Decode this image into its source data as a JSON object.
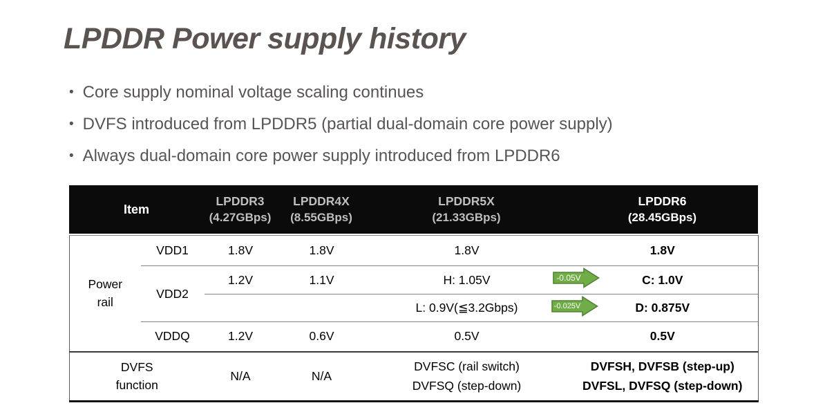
{
  "slide": {
    "title": "LPDDR Power supply history",
    "bullets": [
      "Core supply nominal voltage scaling continues",
      "DVFS introduced from LPDDR5 (partial dual-domain core power supply)",
      "Always dual-domain core power supply introduced from LPDDR6"
    ]
  },
  "table": {
    "header": {
      "item_label": "Item",
      "columns": [
        {
          "name": "LPDDR3",
          "speed": "(4.27GBps)"
        },
        {
          "name": "LPDDR4X",
          "speed": "(8.55GBps)"
        },
        {
          "name": "LPDDR5X",
          "speed": "(21.33GBps)"
        },
        {
          "name": "LPDDR6",
          "speed": "(28.45GBps)"
        }
      ]
    },
    "power_rail": {
      "group_label": "Power rail",
      "vdd1": {
        "label": "VDD1",
        "lpddr3": "1.8V",
        "lpddr4x": "1.8V",
        "lpddr5x": "1.8V",
        "lpddr6": "1.8V"
      },
      "vdd2": {
        "label": "VDD2",
        "high": {
          "lpddr3": "1.2V",
          "lpddr4x": "1.1V",
          "lpddr5x": "H: 1.05V",
          "delta": "-0.05V",
          "lpddr6": "C: 1.0V"
        },
        "low": {
          "lpddr5x": "L: 0.9V(≦3.2Gbps)",
          "delta": "-0.025V",
          "lpddr6": "D: 0.875V"
        }
      },
      "vddq": {
        "label": "VDDQ",
        "lpddr3": "1.2V",
        "lpddr4x": "0.6V",
        "lpddr5x": "0.5V",
        "lpddr6": "0.5V"
      }
    },
    "dvfs": {
      "label": "DVFS function",
      "lpddr3": "N/A",
      "lpddr4x": "N/A",
      "lpddr5x": [
        "DVFSC (rail switch)",
        "DVFSQ (step-down)"
      ],
      "lpddr6": [
        "DVFSH, DVFSB (step-up)",
        "DVFSL, DVFSQ (step-down)"
      ]
    }
  },
  "colors": {
    "title_text": "#5a534f",
    "bullet_text": "#595454",
    "header_bg": "#0b0b0b",
    "header_text_primary": "#ffffff",
    "header_text_muted": "#bfbfbf",
    "arrow_fill": "#70ad47",
    "arrow_border": "#538135",
    "grid_line": "#808080"
  }
}
